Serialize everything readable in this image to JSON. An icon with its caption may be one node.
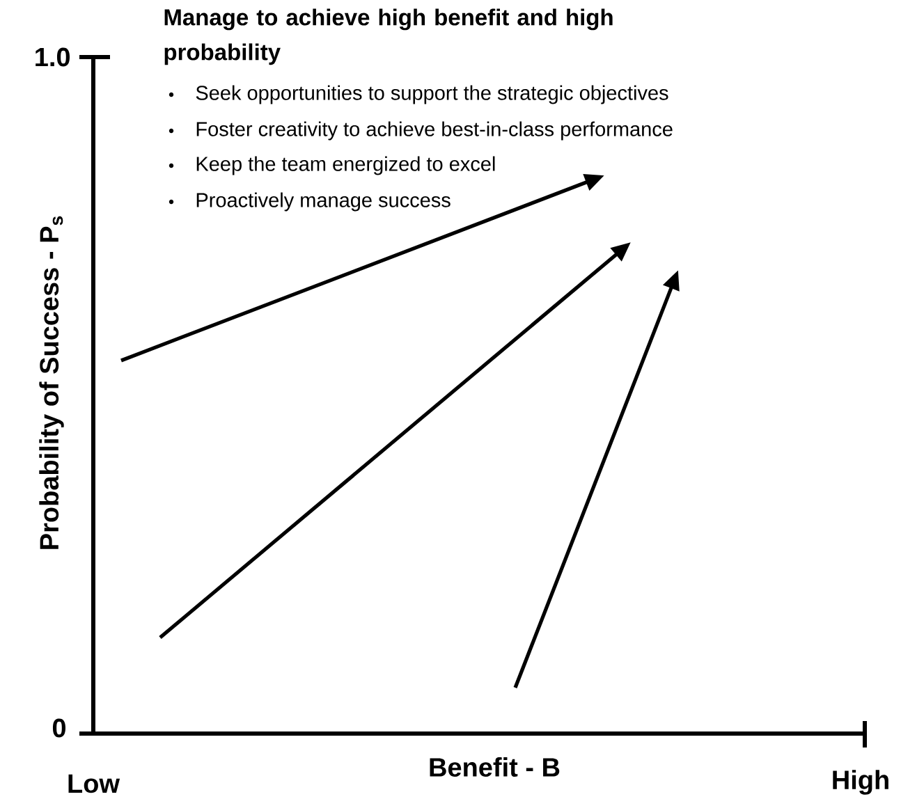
{
  "diagram": {
    "title": "Manage to achieve high benefit and high probability",
    "labels": [
      "Seek opportunities to support the strategic objectives",
      "Foster creativity to achieve best-in-class performance",
      "Keep the team energized to excel",
      "Proactively manage success",
      "1.0",
      "Probability of Success - P$_{s}$",
      "0",
      "Benefit - B",
      "Low",
      "High"
    ]
  }
}
